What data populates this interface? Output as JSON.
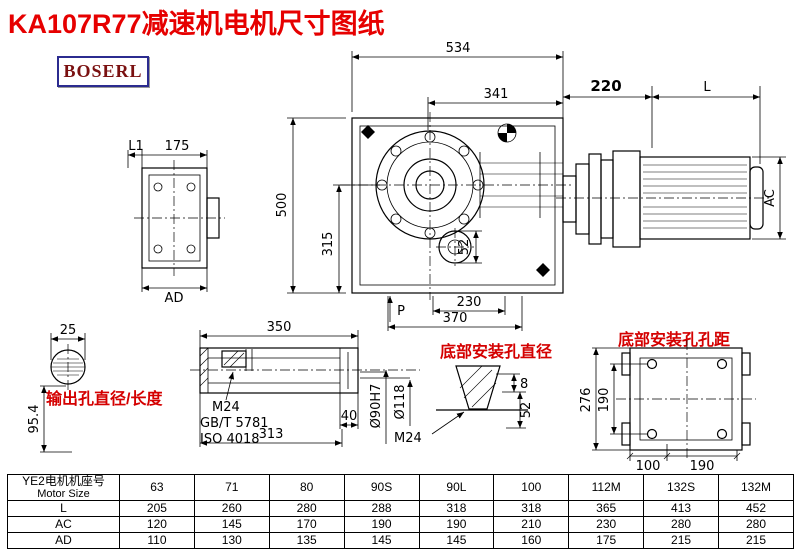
{
  "title": "KA107R77减速机电机尺寸图纸",
  "logo": {
    "text": "BOSERL"
  },
  "drawing": {
    "front_view": {
      "dim_534": "534",
      "dim_341": "341",
      "dim_220": "220",
      "dim_L": "L",
      "dim_500": "500",
      "dim_315": "315",
      "dim_52": "52",
      "dim_230": "230",
      "dim_370": "370",
      "label_P": "P",
      "dim_AC": "AC"
    },
    "flange_view": {
      "dim_L1": "L1",
      "dim_175": "175",
      "dim_AD": "AD"
    },
    "shaft_section": {
      "dim_25": "25",
      "dim_95_4": "95.4"
    },
    "output_shaft": {
      "annotation": "输出孔直径/长度",
      "dim_350": "350",
      "dim_40": "40",
      "dim_313": "313",
      "label_M24": "M24",
      "label_gb": "GB/T 5781",
      "label_iso": "ISO 4018",
      "dim_d90": "Ø90H7",
      "dim_d118": "Ø118"
    },
    "bottom_hole": {
      "annotation": "底部安装孔直径",
      "dim_8": "8",
      "dim_52": "52",
      "label_M24": "M24"
    },
    "bottom_view": {
      "annotation": "底部安装孔孔距",
      "dim_276": "276",
      "dim_190v": "190",
      "dim_100": "100",
      "dim_190h": "190"
    }
  },
  "table": {
    "row_header_line1": "YE2电机机座号",
    "row_header_line2": "Motor Size",
    "columns": [
      "63",
      "71",
      "80",
      "90S",
      "90L",
      "100",
      "112M",
      "132S",
      "132M"
    ],
    "rows": [
      {
        "label": "L",
        "values": [
          "205",
          "260",
          "280",
          "288",
          "318",
          "318",
          "365",
          "413",
          "452"
        ]
      },
      {
        "label": "AC",
        "values": [
          "120",
          "145",
          "170",
          "190",
          "190",
          "210",
          "230",
          "280",
          "280"
        ]
      },
      {
        "label": "AD",
        "values": [
          "110",
          "130",
          "135",
          "145",
          "145",
          "160",
          "175",
          "215",
          "215"
        ]
      }
    ]
  }
}
